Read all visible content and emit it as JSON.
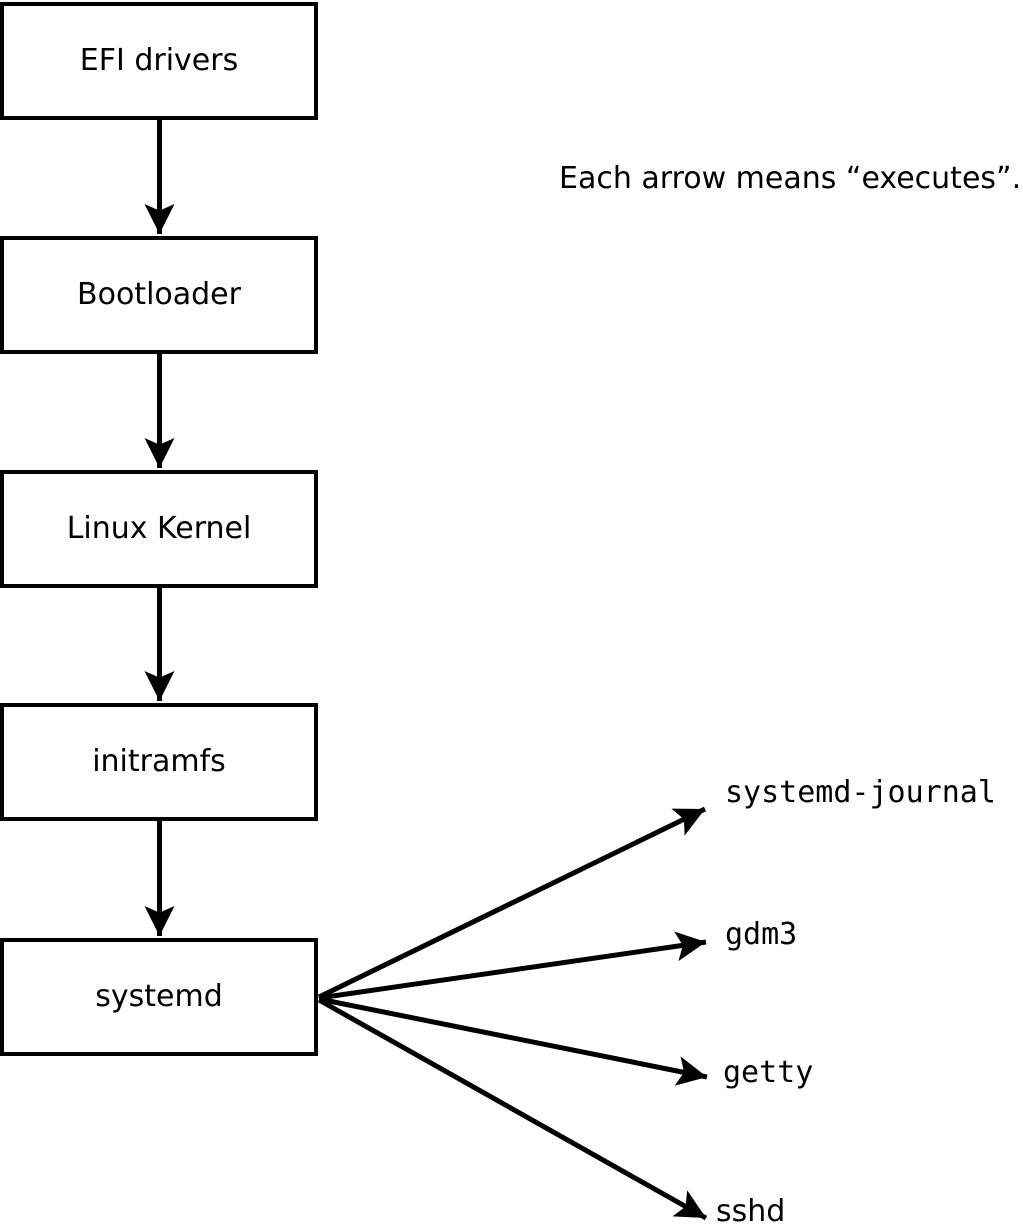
{
  "diagram": {
    "note": "Each arrow means “executes”.",
    "boot_chain": [
      {
        "id": "efi-drivers",
        "label": "EFI drivers"
      },
      {
        "id": "bootloader",
        "label": "Bootloader"
      },
      {
        "id": "linux-kernel",
        "label": "Linux Kernel"
      },
      {
        "id": "initramfs",
        "label": "initramfs"
      },
      {
        "id": "systemd",
        "label": "systemd"
      }
    ],
    "spawned_processes": [
      {
        "id": "systemd-journal",
        "label": "systemd-journal"
      },
      {
        "id": "gdm3",
        "label": "gdm3"
      },
      {
        "id": "getty",
        "label": "getty"
      },
      {
        "id": "sshd",
        "label": "sshd"
      }
    ],
    "arrow_meaning": "executes",
    "colors": {
      "line": "#000000",
      "box_fill": "#ffffff",
      "background": "#ffffff",
      "text": "#000000"
    }
  }
}
